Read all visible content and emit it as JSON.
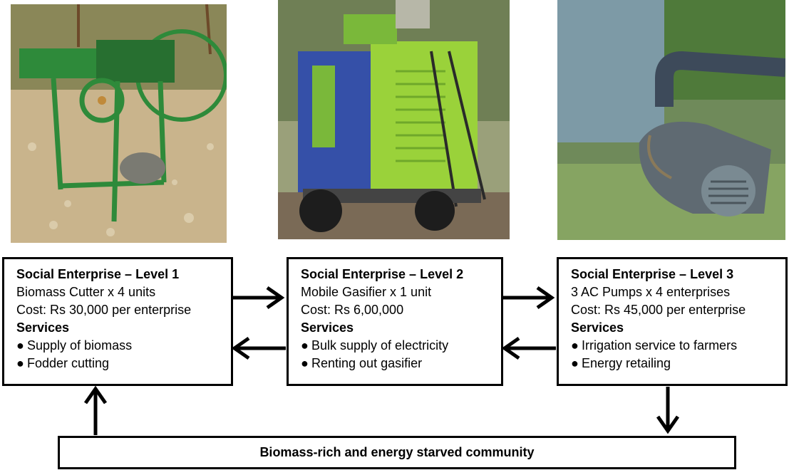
{
  "enterprises": [
    {
      "heading": "Social Enterprise – Level 1",
      "equipment": "Biomass Cutter x 4 units",
      "cost": "Cost: Rs 30,000 per enterprise",
      "services_label": "Services",
      "services": [
        "Supply of biomass",
        "Fodder cutting"
      ]
    },
    {
      "heading": "Social Enterprise – Level 2",
      "equipment": "Mobile Gasifier x 1 unit",
      "cost": "Cost: Rs 6,00,000",
      "services_label": "Services",
      "services": [
        "Bulk supply of electricity",
        "Renting out gasifier"
      ]
    },
    {
      "heading": "Social Enterprise – Level 3",
      "equipment": "3 AC Pumps x 4 enterprises",
      "cost": "Cost: Rs 45,000 per enterprise",
      "services_label": "Services",
      "services": [
        "Irrigation service to farmers",
        "Energy retailing"
      ]
    }
  ],
  "community": {
    "label": "Biomass-rich and energy starved community"
  },
  "photos": {
    "photo_1": "biomass-cutter-machine",
    "photo_2": "mobile-gasifier-unit",
    "photo_3": "ac-water-pump"
  },
  "colors": {
    "machine_green": "#2e8a3a",
    "gasifier_blue": "#3550a8",
    "gasifier_lime": "#9ad23a",
    "pump_grey": "#5f6a72"
  }
}
